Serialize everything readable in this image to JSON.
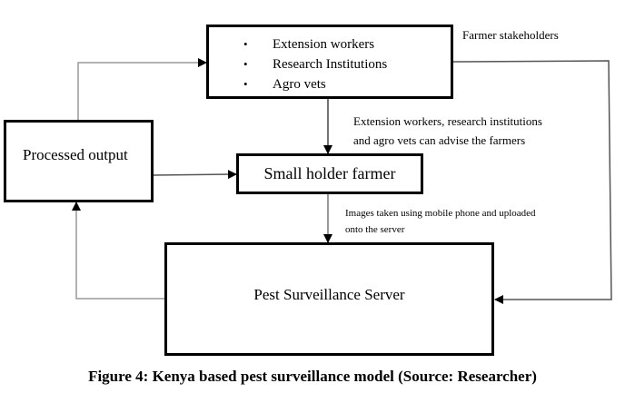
{
  "diagram": {
    "nodes": {
      "stakeholders": {
        "items": [
          "Extension workers",
          "Research Institutions",
          "Agro vets"
        ],
        "bullet": "•"
      },
      "processed_output": {
        "label": "Processed output"
      },
      "small_holder_farmer": {
        "label": "Small holder farmer"
      },
      "pest_surveillance_server": {
        "label": "Pest Surveillance Server"
      }
    },
    "edge_labels": {
      "farmer_stakeholders": "Farmer stakeholders",
      "advice": [
        "Extension workers, research institutions",
        "and agro vets can advise the farmers"
      ],
      "images": [
        "Images taken using mobile phone and uploaded",
        "onto the server"
      ]
    },
    "edges": [
      {
        "from": "stakeholders",
        "to": "pest_surveillance_server",
        "label": "Farmer stakeholders"
      },
      {
        "from": "stakeholders",
        "to": "small_holder_farmer",
        "label": "advice"
      },
      {
        "from": "small_holder_farmer",
        "to": "pest_surveillance_server",
        "label": "images"
      },
      {
        "from": "pest_surveillance_server",
        "to": "processed_output"
      },
      {
        "from": "processed_output",
        "to": "stakeholders"
      },
      {
        "from": "processed_output",
        "to": "small_holder_farmer"
      }
    ]
  },
  "caption": "Figure 4: Kenya based pest surveillance model (Source: Researcher)"
}
